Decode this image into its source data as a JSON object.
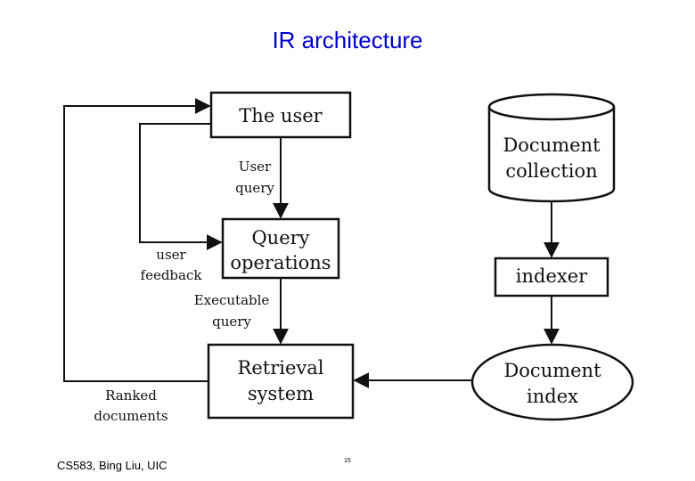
{
  "slide": {
    "title": "IR architecture",
    "footer": "CS583, Bing Liu, UIC",
    "page_number": "15"
  },
  "nodes": {
    "user": "The user",
    "query_ops_line1": "Query",
    "query_ops_line2": "operations",
    "retrieval_line1": "Retrieval",
    "retrieval_line2": "system",
    "collection_line1": "Document",
    "collection_line2": "collection",
    "indexer": "indexer",
    "index_line1": "Document",
    "index_line2": "index"
  },
  "edges": {
    "user_query_line1": "User",
    "user_query_line2": "query",
    "feedback_line1": "user",
    "feedback_line2": "feedback",
    "exec_query_line1": "Executable",
    "exec_query_line2": "query",
    "ranked_line1": "Ranked",
    "ranked_line2": "documents"
  }
}
